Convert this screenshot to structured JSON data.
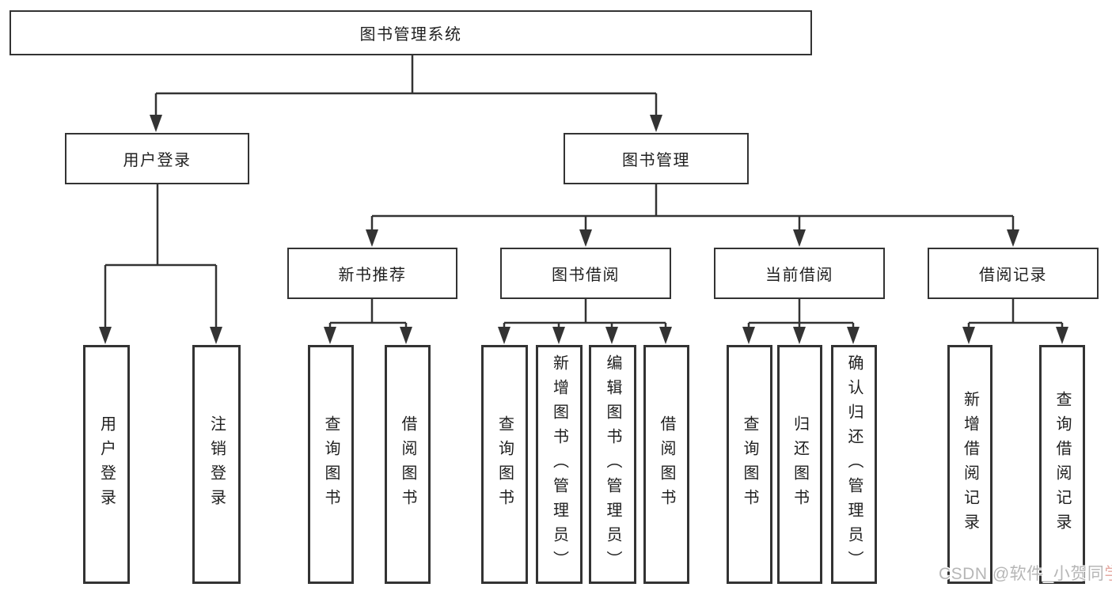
{
  "diagram": {
    "title": "图书管理系统",
    "root": {
      "label": "图书管理系统"
    },
    "branches": [
      {
        "label": "用户登录",
        "children": [
          {
            "label": "用户登录"
          },
          {
            "label": "注销登录"
          }
        ]
      },
      {
        "label": "图书管理",
        "groups": [
          {
            "label": "新书推荐",
            "children": [
              {
                "label": "查询图书"
              },
              {
                "label": "借阅图书"
              }
            ]
          },
          {
            "label": "图书借阅",
            "children": [
              {
                "label": "查询图书"
              },
              {
                "label": "新增图书（管理员）"
              },
              {
                "label": "编辑图书（管理员）"
              },
              {
                "label": "借阅图书"
              }
            ]
          },
          {
            "label": "当前借阅",
            "children": [
              {
                "label": "查询图书"
              },
              {
                "label": "归还图书"
              },
              {
                "label": "确认归还（管理员）"
              }
            ]
          },
          {
            "label": "借阅记录",
            "children": [
              {
                "label": "新增借阅记录"
              },
              {
                "label": "查询借阅记录"
              }
            ]
          }
        ]
      }
    ]
  },
  "watermark": {
    "main": "CSDN @软件_小贺同",
    "accent": "学"
  },
  "colors": {
    "line": "#333333",
    "text": "#1f1f1f",
    "background": "#ffffff",
    "watermark": "#b6b6b6",
    "watermark_accent": "#e5a9a2"
  }
}
